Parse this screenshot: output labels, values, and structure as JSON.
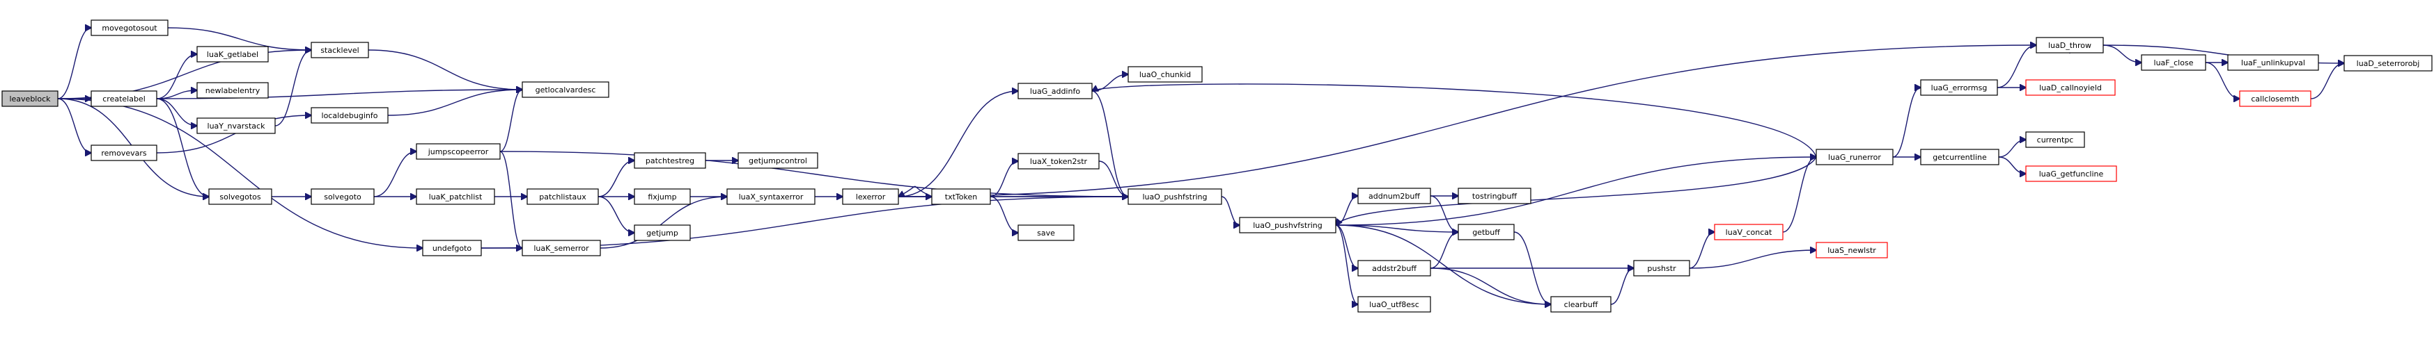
{
  "graph": {
    "root": "leaveblock",
    "colors": {
      "edge": "#191970",
      "truncated_border": "#ff0000",
      "root_fill": "#bfbfbf"
    },
    "nodes": [
      {
        "id": "leaveblock",
        "label": "leaveblock",
        "root": true
      },
      {
        "id": "movegotosout",
        "label": "movegotosout"
      },
      {
        "id": "createlabel",
        "label": "createlabel"
      },
      {
        "id": "removevars",
        "label": "removevars"
      },
      {
        "id": "solvegotos",
        "label": "solvegotos"
      },
      {
        "id": "undefgoto",
        "label": "undefgoto"
      },
      {
        "id": "stacklevel",
        "label": "stacklevel"
      },
      {
        "id": "luaK_getlabel",
        "label": "luaK_getlabel"
      },
      {
        "id": "newlabelentry",
        "label": "newlabelentry"
      },
      {
        "id": "luaY_nvarstack",
        "label": "luaY_nvarstack"
      },
      {
        "id": "getlocalvardesc",
        "label": "getlocalvardesc"
      },
      {
        "id": "localdebuginfo",
        "label": "localdebuginfo"
      },
      {
        "id": "jumpscopeerror",
        "label": "jumpscopeerror"
      },
      {
        "id": "solvegoto",
        "label": "solvegoto"
      },
      {
        "id": "luaK_patchlist",
        "label": "luaK_patchlist"
      },
      {
        "id": "patchlistaux",
        "label": "patchlistaux"
      },
      {
        "id": "patchtestreg",
        "label": "patchtestreg"
      },
      {
        "id": "getjumpcontrol",
        "label": "getjumpcontrol"
      },
      {
        "id": "fixjump",
        "label": "fixjump"
      },
      {
        "id": "getjump",
        "label": "getjump"
      },
      {
        "id": "luaK_semerror",
        "label": "luaK_semerror"
      },
      {
        "id": "luaX_syntaxerror",
        "label": "luaX_syntaxerror"
      },
      {
        "id": "lexerror",
        "label": "lexerror"
      },
      {
        "id": "txtToken",
        "label": "txtToken"
      },
      {
        "id": "luaX_token2str",
        "label": "luaX_token2str"
      },
      {
        "id": "save",
        "label": "save"
      },
      {
        "id": "luaG_addinfo",
        "label": "luaG_addinfo"
      },
      {
        "id": "luaO_chunkid",
        "label": "luaO_chunkid"
      },
      {
        "id": "luaO_pushfstring",
        "label": "luaO_pushfstring"
      },
      {
        "id": "luaO_pushvfstring",
        "label": "luaO_pushvfstring"
      },
      {
        "id": "addnum2buff",
        "label": "addnum2buff"
      },
      {
        "id": "tostringbuff",
        "label": "tostringbuff"
      },
      {
        "id": "getbuff",
        "label": "getbuff"
      },
      {
        "id": "addstr2buff",
        "label": "addstr2buff"
      },
      {
        "id": "luaO_utf8esc",
        "label": "luaO_utf8esc"
      },
      {
        "id": "clearbuff",
        "label": "clearbuff"
      },
      {
        "id": "pushstr",
        "label": "pushstr"
      },
      {
        "id": "luaV_concat",
        "label": "luaV_concat",
        "truncated": true
      },
      {
        "id": "luaS_newlstr",
        "label": "luaS_newlstr",
        "truncated": true
      },
      {
        "id": "luaG_runerror",
        "label": "luaG_runerror"
      },
      {
        "id": "luaG_errormsg",
        "label": "luaG_errormsg"
      },
      {
        "id": "luaD_callnoyield",
        "label": "luaD_callnoyield",
        "truncated": true
      },
      {
        "id": "getcurrentline",
        "label": "getcurrentline"
      },
      {
        "id": "currentpc",
        "label": "currentpc"
      },
      {
        "id": "luaG_getfuncline",
        "label": "luaG_getfuncline",
        "truncated": true
      },
      {
        "id": "luaD_throw",
        "label": "luaD_throw"
      },
      {
        "id": "luaF_close",
        "label": "luaF_close"
      },
      {
        "id": "luaF_unlinkupval",
        "label": "luaF_unlinkupval"
      },
      {
        "id": "callclosemth",
        "label": "callclosemth",
        "truncated": true
      },
      {
        "id": "luaD_seterrorobj",
        "label": "luaD_seterrorobj"
      }
    ],
    "edges": [
      [
        "leaveblock",
        "movegotosout"
      ],
      [
        "leaveblock",
        "createlabel"
      ],
      [
        "leaveblock",
        "removevars"
      ],
      [
        "leaveblock",
        "solvegotos"
      ],
      [
        "leaveblock",
        "undefgoto"
      ],
      [
        "leaveblock",
        "stacklevel"
      ],
      [
        "movegotosout",
        "stacklevel"
      ],
      [
        "createlabel",
        "luaK_getlabel"
      ],
      [
        "createlabel",
        "newlabelentry"
      ],
      [
        "createlabel",
        "luaY_nvarstack"
      ],
      [
        "createlabel",
        "getlocalvardesc"
      ],
      [
        "createlabel",
        "solvegotos"
      ],
      [
        "luaY_nvarstack",
        "stacklevel"
      ],
      [
        "stacklevel",
        "getlocalvardesc"
      ],
      [
        "removevars",
        "localdebuginfo"
      ],
      [
        "localdebuginfo",
        "getlocalvardesc"
      ],
      [
        "solvegotos",
        "solvegoto"
      ],
      [
        "solvegoto",
        "jumpscopeerror"
      ],
      [
        "solvegoto",
        "luaK_patchlist"
      ],
      [
        "jumpscopeerror",
        "getlocalvardesc"
      ],
      [
        "jumpscopeerror",
        "luaK_semerror"
      ],
      [
        "jumpscopeerror",
        "luaO_pushfstring"
      ],
      [
        "luaK_patchlist",
        "patchlistaux"
      ],
      [
        "patchlistaux",
        "patchtestreg"
      ],
      [
        "patchlistaux",
        "fixjump"
      ],
      [
        "patchlistaux",
        "getjump"
      ],
      [
        "patchtestreg",
        "getjumpcontrol"
      ],
      [
        "fixjump",
        "luaX_syntaxerror"
      ],
      [
        "undefgoto",
        "luaK_semerror"
      ],
      [
        "undefgoto",
        "luaO_pushfstring"
      ],
      [
        "luaK_semerror",
        "luaX_syntaxerror"
      ],
      [
        "luaX_syntaxerror",
        "lexerror"
      ],
      [
        "lexerror",
        "luaG_addinfo"
      ],
      [
        "lexerror",
        "txtToken"
      ],
      [
        "lexerror",
        "luaO_pushfstring"
      ],
      [
        "lexerror",
        "luaD_throw"
      ],
      [
        "txtToken",
        "luaX_token2str"
      ],
      [
        "txtToken",
        "save"
      ],
      [
        "txtToken",
        "luaO_pushfstring"
      ],
      [
        "txtToken",
        "lexerror"
      ],
      [
        "luaX_token2str",
        "luaO_pushfstring"
      ],
      [
        "luaG_addinfo",
        "luaO_chunkid"
      ],
      [
        "luaG_addinfo",
        "luaO_pushfstring"
      ],
      [
        "luaO_pushfstring",
        "luaO_pushvfstring"
      ],
      [
        "luaO_pushvfstring",
        "addnum2buff"
      ],
      [
        "luaO_pushvfstring",
        "getbuff"
      ],
      [
        "luaO_pushvfstring",
        "addstr2buff"
      ],
      [
        "luaO_pushvfstring",
        "luaO_utf8esc"
      ],
      [
        "luaO_pushvfstring",
        "clearbuff"
      ],
      [
        "luaO_pushvfstring",
        "luaG_runerror"
      ],
      [
        "addnum2buff",
        "tostringbuff"
      ],
      [
        "addnum2buff",
        "getbuff"
      ],
      [
        "addstr2buff",
        "getbuff"
      ],
      [
        "addstr2buff",
        "clearbuff"
      ],
      [
        "addstr2buff",
        "pushstr"
      ],
      [
        "getbuff",
        "clearbuff"
      ],
      [
        "clearbuff",
        "pushstr"
      ],
      [
        "pushstr",
        "luaV_concat"
      ],
      [
        "pushstr",
        "luaS_newlstr"
      ],
      [
        "luaV_concat",
        "luaG_runerror"
      ],
      [
        "luaG_runerror",
        "luaG_errormsg"
      ],
      [
        "luaG_runerror",
        "getcurrentline"
      ],
      [
        "luaG_runerror",
        "luaG_addinfo"
      ],
      [
        "luaG_runerror",
        "luaO_pushvfstring"
      ],
      [
        "luaG_errormsg",
        "luaD_callnoyield"
      ],
      [
        "luaG_errormsg",
        "luaD_throw"
      ],
      [
        "getcurrentline",
        "currentpc"
      ],
      [
        "getcurrentline",
        "luaG_getfuncline"
      ],
      [
        "luaD_throw",
        "luaD_throw"
      ],
      [
        "luaD_throw",
        "luaF_close"
      ],
      [
        "luaD_throw",
        "luaD_seterrorobj"
      ],
      [
        "luaF_close",
        "luaF_unlinkupval"
      ],
      [
        "luaF_close",
        "callclosemth"
      ],
      [
        "callclosemth",
        "luaD_seterrorobj"
      ]
    ]
  }
}
